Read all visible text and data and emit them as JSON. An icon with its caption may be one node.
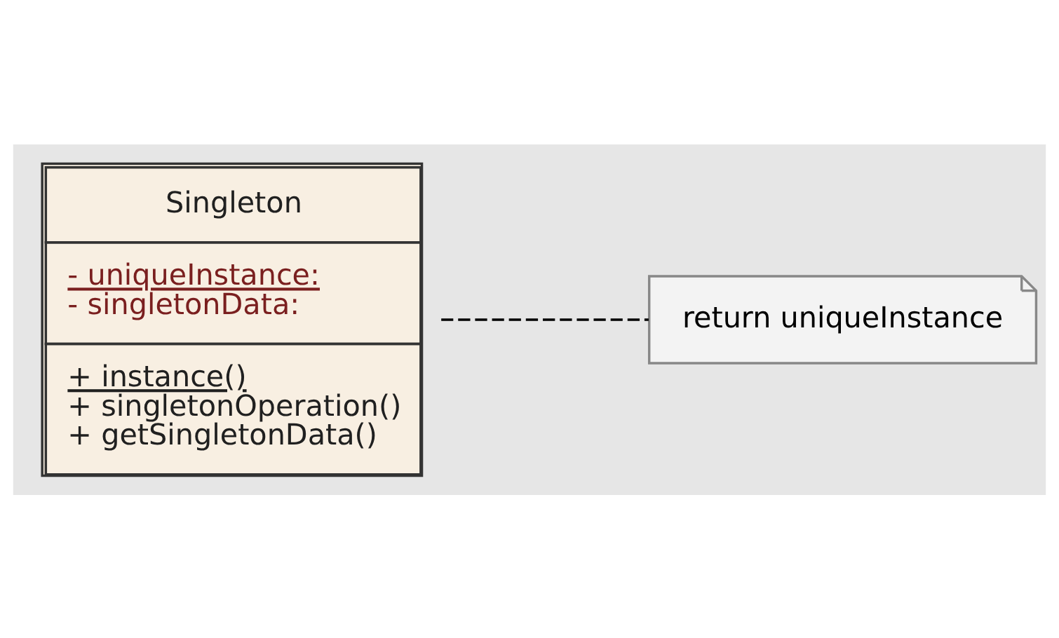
{
  "diagram": {
    "nodes": [
      {
        "text": [
          "Singleton",
          "- uniqueInstance:",
          "- singletonData:",
          "+ instance()",
          "+ singletonOperation()",
          "+ getSingletonData()"
        ]
      },
      {
        "text": [
          "return uniqueInstance"
        ]
      }
    ],
    "edges": [
      {
        "from": 0,
        "to": 1,
        "arrow": "none",
        "style": "dashed"
      }
    ]
  }
}
